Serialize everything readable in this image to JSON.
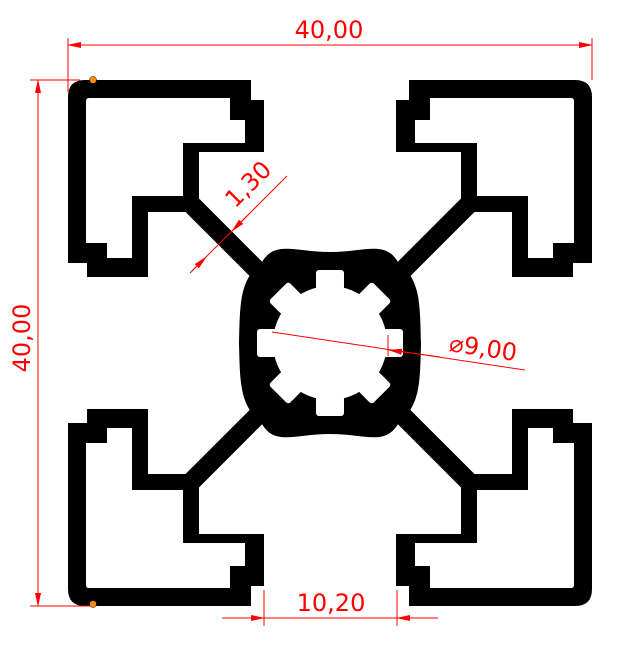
{
  "drawing": {
    "colors": {
      "profile": "#000000",
      "dimension": "#ff0000",
      "point_marker": "#ff8c00"
    },
    "dimensions": {
      "width": "40,00",
      "height": "40,00",
      "slot_opening": "10,20",
      "wall_thickness": "1,30",
      "core_diameter": "⌀9,00"
    }
  }
}
